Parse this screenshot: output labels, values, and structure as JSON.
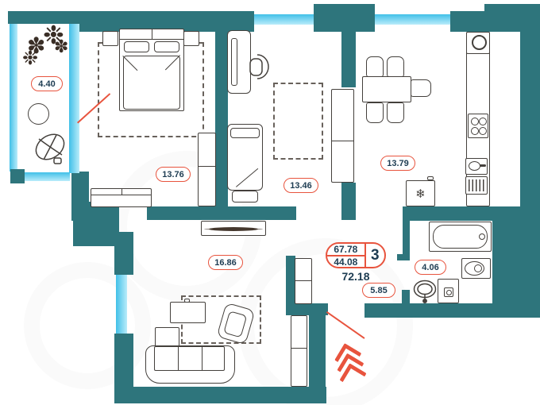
{
  "rooms": {
    "balcony": {
      "area": "4.40"
    },
    "bedroom1": {
      "area": "13.76"
    },
    "bedroom2": {
      "area": "13.46"
    },
    "kitchen": {
      "area": "13.79"
    },
    "living_room": {
      "area": "16.86"
    },
    "bathroom": {
      "area": "4.06"
    },
    "hallway": {
      "area": "5.85"
    }
  },
  "summary": {
    "total_area": "67.78",
    "living_area": "44.08",
    "rooms_count": "3",
    "area_with_balcony": "72.18"
  },
  "icons": {
    "fridge_snowflake": "❄",
    "plant_a": "❉",
    "plant_b": "✽"
  },
  "colors": {
    "wall": "#2e757c",
    "window_start": "#41c0e8",
    "window_end": "#b9ecfa",
    "accent": "#e8543e",
    "label_text": "#1d3c52",
    "furniture_stroke": "#44403c"
  }
}
